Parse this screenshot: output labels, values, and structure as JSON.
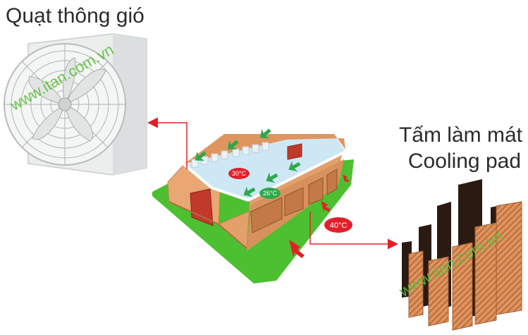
{
  "labels": {
    "fan": "Quạt thông gió",
    "pad_line1": "Tấm làm mát",
    "pad_line2": "Cooling pad"
  },
  "watermark": "www.itan.com.vn",
  "temperatures": {
    "hot_inside": "30°C",
    "cool_inside": "26°C",
    "outside": "40°C"
  },
  "colors": {
    "arrow_red": "#e3202a",
    "arrow_green": "#2ea84a",
    "ground_green": "#4cc030",
    "roof_blue": "#cde7f5",
    "wall_tan": "#e8a773",
    "pad_orange": "#d68a55",
    "pad_dark": "#2a1a12"
  },
  "icons": [
    "exhaust-fan-icon",
    "cooling-pad-icon",
    "barn-icon",
    "airflow-arrow-icon"
  ]
}
